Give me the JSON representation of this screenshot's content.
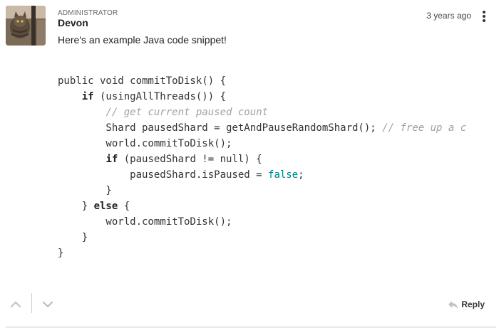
{
  "comment": {
    "role": "ADMINISTRATOR",
    "author": "Devon",
    "timestamp": "3 years ago",
    "intro": "Here's an example Java code snippet!",
    "code_lines": [
      [
        {
          "t": "public void commitToDisk() {"
        }
      ],
      [
        {
          "t": "    "
        },
        {
          "t": "if",
          "c": "kw"
        },
        {
          "t": " (usingAllThreads()) {"
        }
      ],
      [
        {
          "t": "        "
        },
        {
          "t": "// get current paused count",
          "c": "cm"
        }
      ],
      [
        {
          "t": "        Shard pausedShard = getAndPauseRandomShard(); "
        },
        {
          "t": "// free up a c",
          "c": "cm"
        }
      ],
      [
        {
          "t": "        world.commitToDisk();"
        }
      ],
      [
        {
          "t": "        "
        },
        {
          "t": "if",
          "c": "kw"
        },
        {
          "t": " (pausedShard != null) {"
        }
      ],
      [
        {
          "t": "            pausedShard.isPaused = "
        },
        {
          "t": "false",
          "c": "lit"
        },
        {
          "t": ";"
        }
      ],
      [
        {
          "t": "        }"
        }
      ],
      [
        {
          "t": "    } "
        },
        {
          "t": "else",
          "c": "kw"
        },
        {
          "t": " {"
        }
      ],
      [
        {
          "t": "        world.commitToDisk();"
        }
      ],
      [
        {
          "t": "    }"
        }
      ],
      [
        {
          "t": "}"
        }
      ]
    ]
  },
  "actions": {
    "upvote_icon": "chevron-up-icon",
    "downvote_icon": "chevron-down-icon",
    "reply_label": "Reply",
    "reply_icon": "reply-arrow-icon"
  },
  "menu_icon": "more-vertical-icon",
  "colors": {
    "keyword": "#222222",
    "comment": "#a0a0a0",
    "literal": "#008080"
  }
}
